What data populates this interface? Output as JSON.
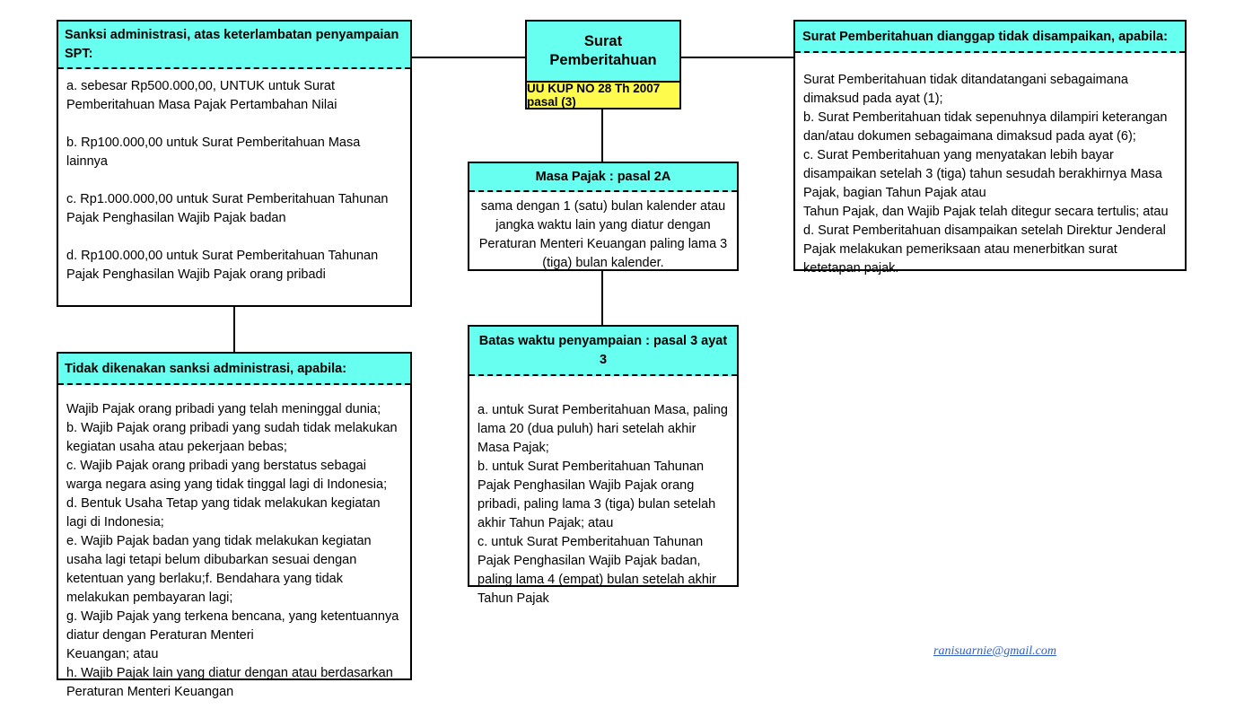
{
  "diagram": {
    "title": "Surat Pemberitahuan (SPT) - UU KUP",
    "colors": {
      "header_fill": "#66FFF0",
      "badge_fill": "#FFFB4D",
      "border": "#000000",
      "page_background": "#FFFFFF",
      "link_text": "#2F5FBF"
    }
  },
  "center_node": {
    "title_line1": "Surat",
    "title_line2": "Pemberitahuan",
    "badge": "UU KUP NO 28 Th 2007 pasal (3)"
  },
  "boxes": {
    "sanksi": {
      "header": "Sanksi administrasi, atas keterlambatan penyampaian SPT:",
      "body": "a. sebesar Rp500.000,00, UNTUK untuk Surat Pemberitahuan Masa Pajak Pertambahan Nilai\n\nb. Rp100.000,00 untuk Surat Pemberitahuan Masa lainnya\n\nc. Rp1.000.000,00 untuk Surat Pemberitahuan Tahunan Pajak Penghasilan Wajib Pajak badan\n\nd. Rp100.000,00 untuk Surat Pemberitahuan Tahunan Pajak Penghasilan Wajib Pajak orang pribadi"
    },
    "tidak_dikenakan": {
      "header": "Tidak dikenakan sanksi administrasi, apabila:",
      "body": "Wajib Pajak orang pribadi yang telah meninggal dunia;\nb. Wajib Pajak orang pribadi yang sudah tidak melakukan kegiatan usaha atau pekerjaan bebas;\nc. Wajib Pajak orang pribadi yang berstatus sebagai warga negara asing yang tidak tinggal lagi di Indonesia;\nd. Bentuk Usaha Tetap yang tidak melakukan kegiatan lagi di Indonesia;\ne. Wajib Pajak badan yang tidak melakukan kegiatan usaha lagi tetapi belum dibubarkan sesuai dengan ketentuan yang berlaku;f. Bendahara yang tidak melakukan pembayaran lagi;\ng. Wajib Pajak yang terkena bencana, yang ketentuannya diatur dengan Peraturan Menteri\nKeuangan; atau\nh. Wajib Pajak lain yang diatur dengan atau berdasarkan Peraturan Menteri Keuangan"
    },
    "masa_pajak": {
      "header": "Masa Pajak : pasal 2A",
      "body": "sama dengan 1 (satu) bulan kalender atau jangka waktu lain yang diatur dengan Peraturan Menteri Keuangan paling lama 3 (tiga) bulan kalender."
    },
    "batas_waktu": {
      "header": "Batas waktu penyampaian : pasal 3 ayat 3",
      "body": "a. untuk Surat Pemberitahuan Masa, paling lama 20 (dua puluh) hari setelah akhir Masa Pajak;\nb. untuk Surat Pemberitahuan Tahunan Pajak Penghasilan Wajib Pajak orang pribadi, paling lama 3 (tiga) bulan setelah akhir Tahun Pajak; atau\nc. untuk Surat Pemberitahuan Tahunan Pajak Penghasilan Wajib Pajak badan, paling lama 4 (empat) bulan setelah akhir Tahun Pajak"
    },
    "dianggap_tidak_disampaikan": {
      "header": "Surat Pemberitahuan dianggap tidak disampaikan, apabila:",
      "body": "Surat Pemberitahuan tidak ditandatangani sebagaimana dimaksud pada ayat (1);\nb. Surat Pemberitahuan tidak sepenuhnya dilampiri keterangan dan/atau dokumen sebagaimana dimaksud pada ayat (6);\nc. Surat Pemberitahuan yang menyatakan lebih bayar disampaikan setelah 3 (tiga) tahun sesudah berakhirnya Masa Pajak, bagian Tahun Pajak atau\nTahun Pajak, dan Wajib Pajak telah ditegur secara tertulis; atau\nd. Surat Pemberitahuan disampaikan setelah Direktur Jenderal Pajak melakukan pemeriksaan atau menerbitkan surat ketetapan pajak."
    }
  },
  "credit": {
    "email": "ranisuarnie@gmail.com"
  }
}
